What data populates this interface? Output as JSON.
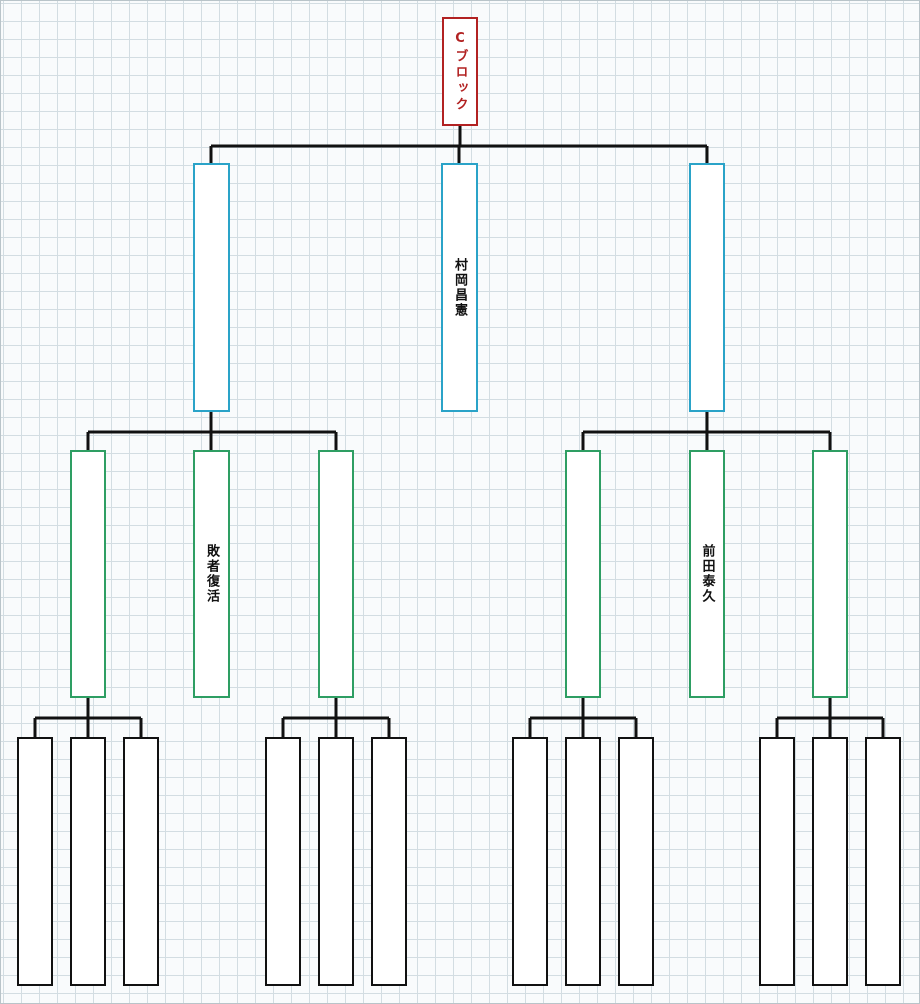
{
  "title": "Cブロック",
  "level1": [
    "",
    "村岡昌憲",
    ""
  ],
  "level2": [
    "",
    "敗者復活",
    "",
    "",
    "前田泰久",
    ""
  ],
  "level3_count": 12,
  "colors": {
    "root_border": "#b22222",
    "level1_border": "#2aa3c8",
    "level2_border": "#2e9e63",
    "level3_border": "#111111",
    "connector": "#111111",
    "grid": "#d3dde2"
  }
}
